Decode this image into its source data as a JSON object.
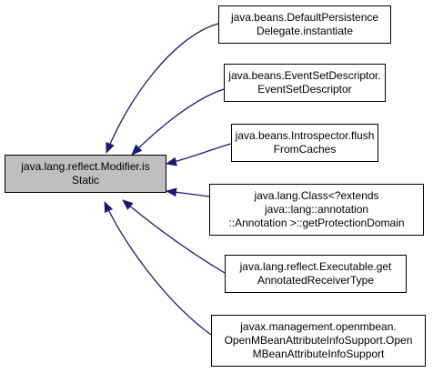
{
  "focus_node": {
    "lines": [
      "java.lang.reflect.Modifier.is",
      "Static"
    ]
  },
  "caller_nodes": [
    {
      "lines": [
        "java.beans.DefaultPersistence",
        "Delegate.instantiate"
      ]
    },
    {
      "lines": [
        "java.beans.EventSetDescriptor.",
        "EventSetDescriptor"
      ]
    },
    {
      "lines": [
        "java.beans.Introspector.flush",
        "FromCaches"
      ]
    },
    {
      "lines": [
        "java.lang.Class<?extends",
        "java::lang::annotation",
        "::Annotation >::getProtectionDomain"
      ]
    },
    {
      "lines": [
        "java.lang.reflect.Executable.get",
        "AnnotatedReceiverType"
      ]
    },
    {
      "lines": [
        "javax.management.openmbean.",
        "OpenMBeanAttributeInfoSupport.Open",
        "MBeanAttributeInfoSupport"
      ]
    }
  ],
  "colors": {
    "edge": "#191970",
    "focus_fill": "#bfbfbf",
    "node_border": "#000000"
  }
}
